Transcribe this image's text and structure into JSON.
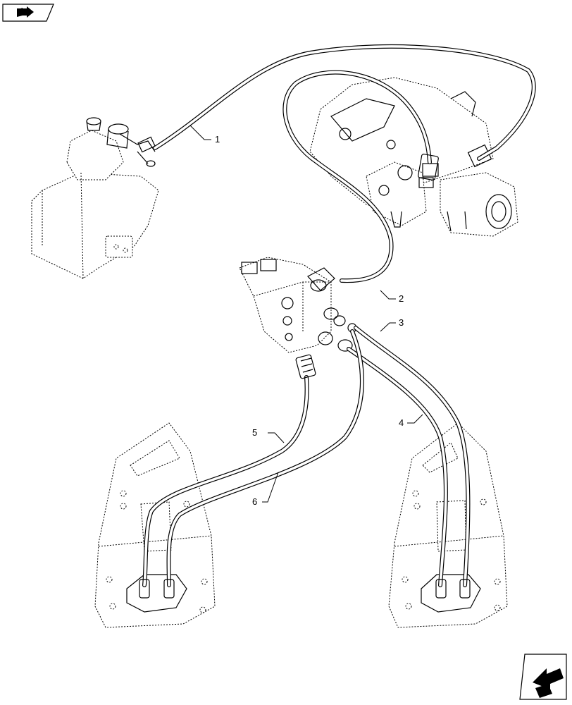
{
  "callouts": [
    {
      "id": "1",
      "text": "1"
    },
    {
      "id": "2",
      "text": "2"
    },
    {
      "id": "3",
      "text": "3"
    },
    {
      "id": "4",
      "text": "4"
    },
    {
      "id": "5",
      "text": "5"
    },
    {
      "id": "6",
      "text": "6"
    }
  ],
  "icons": {
    "top_left": "book-arrow-icon",
    "bottom_right": "next-page-arrow-icon"
  }
}
